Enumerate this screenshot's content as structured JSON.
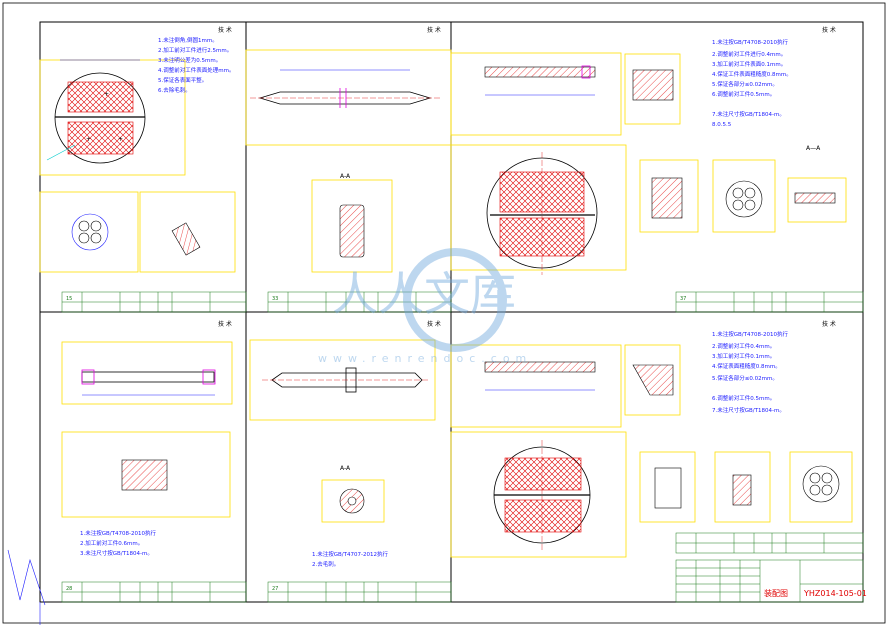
{
  "sheet": {
    "columns": {
      "c1": {
        "header": "技 术",
        "notes": [
          "1.未注倒角,倒圆1mm。",
          "2.加工前对工件进行2.5mm。",
          "3.未注明公差为0.5mm。",
          "4.调整前对工件表面处理mm。",
          "5.保证各表面平整。",
          "6.去除毛刺。"
        ],
        "bottom_id": "15"
      },
      "c2": {
        "header": "技 术",
        "section_label": "A-A",
        "bottom_id": "33"
      },
      "c3": {
        "header": "技 术",
        "section_label": "A—A",
        "notes": [
          "1.未注按GB/T4708-2010执行",
          "2.调整前对工件进行0.4mm。",
          "3.加工前对工件表面0.1mm。",
          "4.保证工件表面粗糙度0.8mm。",
          "5.保证各部分≤0.02mm。",
          "6.调整前对工件0.5mm。",
          "7.未注尺寸按GB/T1804-m。",
          "8.0.5.5"
        ],
        "bottom_id": "37"
      }
    },
    "lower": {
      "c1": {
        "header": "技 术",
        "notes": [
          "1.未注按GB/T4708-2010执行",
          "2.加工前对工件0.6mm。",
          "3.未注尺寸按GB/T1804-m。"
        ],
        "bottom_id": "28"
      },
      "c2": {
        "header": "技 术",
        "section_label": "A-A",
        "notes": [
          "1.未注按GB/T4707-2012执行",
          "2.去毛刺。"
        ],
        "bottom_id": "27"
      },
      "c3": {
        "header": "技 术",
        "notes": [
          "1.未注按GB/T4708-2010执行",
          "2.调整前对工件0.4mm。",
          "3.加工前对工件0.1mm。",
          "4.保证表面粗糙度0.8mm。",
          "5.保证各部分≤0.02mm。",
          "6.调整前对工件0.5mm。",
          "7.未注尺寸按GB/T1804-m。"
        ]
      }
    },
    "title_block": {
      "name": "装配图",
      "drawing_no": "YHZ014-105-01"
    },
    "watermark": {
      "brand": "人人文库",
      "url": "www.renrendoc.com"
    },
    "colors": {
      "frame": "#000000",
      "dimension": "#2020ff",
      "viewbox": "#ffe000",
      "hatch": "#e00000",
      "titleblock": "#1a7a1a",
      "cyan": "#00cccc",
      "magenta": "#e000e0"
    }
  }
}
